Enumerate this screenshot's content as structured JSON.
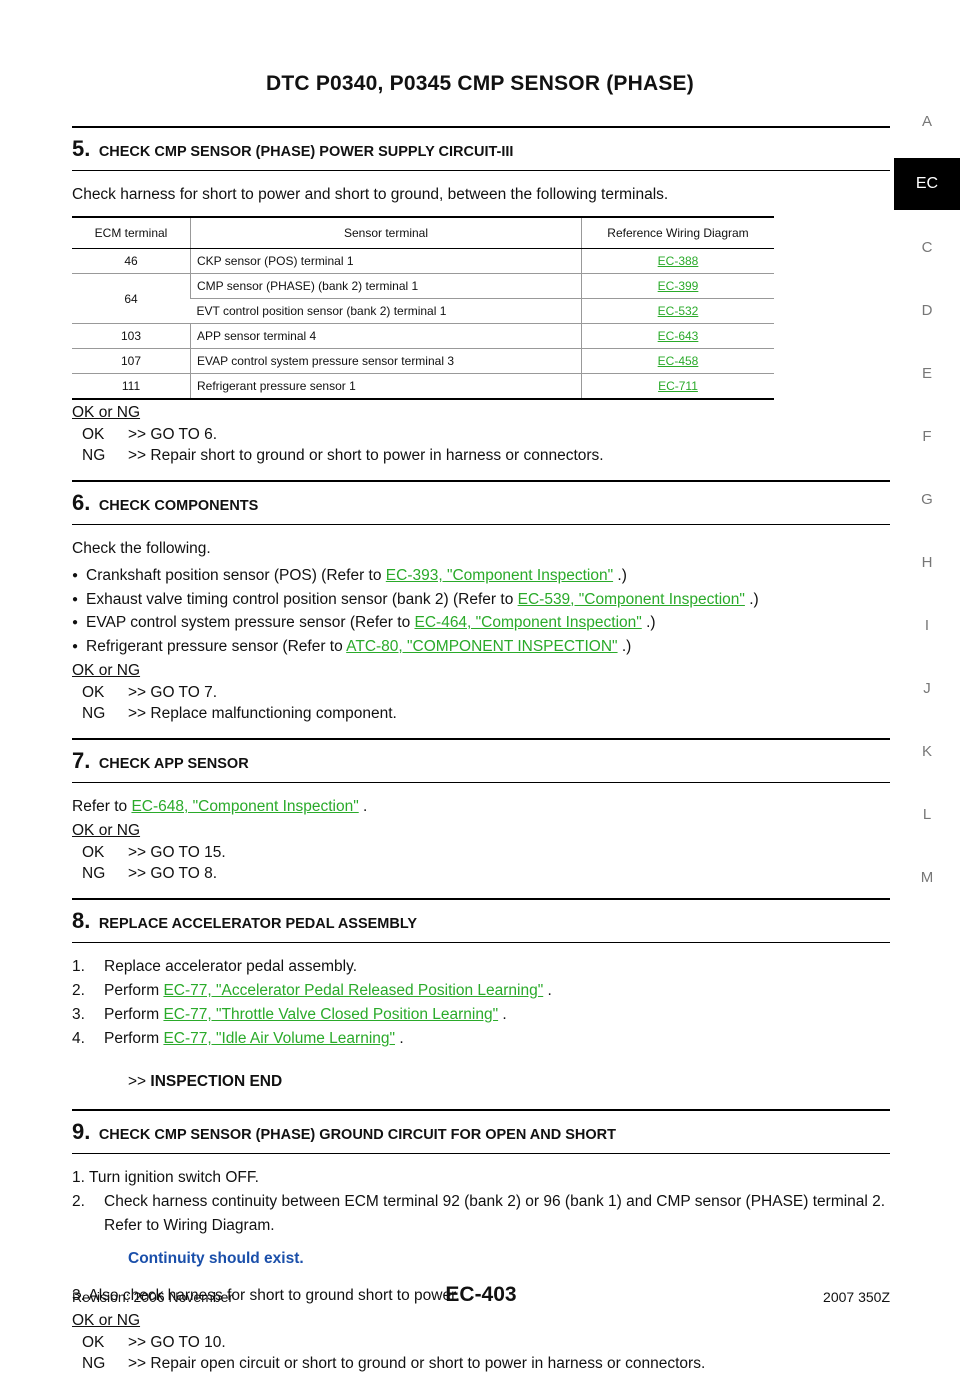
{
  "title": "DTC P0340, P0345 CMP SENSOR (PHASE)",
  "side_index": [
    "A",
    "EC",
    "C",
    "D",
    "E",
    "F",
    "G",
    "H",
    "I",
    "J",
    "K",
    "L",
    "M"
  ],
  "okng_label": "OK or NG",
  "steps": {
    "s5": {
      "num": "5.",
      "title": "CHECK CMP SENSOR (PHASE) POWER SUPPLY CIRCUIT-III",
      "intro": "Check harness for short to power and short to ground, between the following terminals.",
      "table": {
        "headers": [
          "ECM terminal",
          "Sensor terminal",
          "Reference Wiring Diagram"
        ],
        "rows": [
          {
            "ecm": "46",
            "sensor": "CKP sensor (POS) terminal 1",
            "ref": "EC-388"
          },
          {
            "ecm": "64",
            "sensor": "CMP sensor (PHASE) (bank 2) terminal 1",
            "ref": "EC-399"
          },
          {
            "ecm": "",
            "sensor": "EVT control position sensor (bank 2) terminal 1",
            "ref": "EC-532"
          },
          {
            "ecm": "103",
            "sensor": "APP sensor terminal 4",
            "ref": "EC-643"
          },
          {
            "ecm": "107",
            "sensor": "EVAP control system pressure sensor terminal 3",
            "ref": "EC-458"
          },
          {
            "ecm": "111",
            "sensor": "Refrigerant pressure sensor 1",
            "ref": "EC-711"
          }
        ]
      },
      "ok": "OK",
      "ok_text": ">> GO TO 6.",
      "ng": "NG",
      "ng_text": ">> Repair short to ground or short to power in harness or connectors."
    },
    "s6": {
      "num": "6.",
      "title": "CHECK COMPONENTS",
      "intro": "Check the following.",
      "bullets": [
        {
          "pre": "Crankshaft position sensor (POS) (Refer to ",
          "link": "EC-393, \"Component Inspection\"",
          "post": " .)"
        },
        {
          "pre": "Exhaust valve timing control position sensor (bank 2) (Refer to ",
          "link": "EC-539, \"Component Inspection\"",
          "post": " .)"
        },
        {
          "pre": "EVAP control system pressure sensor (Refer to ",
          "link": "EC-464, \"Component Inspection\"",
          "post": " .)"
        },
        {
          "pre": "Refrigerant pressure sensor (Refer to ",
          "link": "ATC-80, \"COMPONENT INSPECTION\"",
          "post": "  .)"
        }
      ],
      "ok": "OK",
      "ok_text": ">> GO TO 7.",
      "ng": "NG",
      "ng_text": ">> Replace malfunctioning component."
    },
    "s7": {
      "num": "7.",
      "title": "CHECK APP SENSOR",
      "pre": "Refer to ",
      "link": "EC-648, \"Component Inspection\"",
      "post": "  .",
      "ok": "OK",
      "ok_text": ">> GO TO 15.",
      "ng": "NG",
      "ng_text": ">> GO TO 8."
    },
    "s8": {
      "num": "8.",
      "title": "REPLACE ACCELERATOR PEDAL ASSEMBLY",
      "items": [
        {
          "n": "1.",
          "pre": "Replace accelerator pedal assembly.",
          "link": "",
          "post": ""
        },
        {
          "n": "2.",
          "pre": "Perform ",
          "link": "EC-77, \"Accelerator Pedal Released Position Learning\"",
          "post": "  ."
        },
        {
          "n": "3.",
          "pre": "Perform ",
          "link": "EC-77, \"Throttle Valve Closed Position Learning\"",
          "post": "  ."
        },
        {
          "n": "4.",
          "pre": "Perform ",
          "link": "EC-77, \"Idle Air Volume Learning\"",
          "post": "  ."
        }
      ],
      "end_arrow": ">>",
      "end_text": "INSPECTION END"
    },
    "s9": {
      "num": "9.",
      "title": "CHECK CMP SENSOR (PHASE) GROUND CIRCUIT FOR OPEN AND SHORT",
      "item1": "1.  Turn ignition switch OFF.",
      "item2_n": "2.",
      "item2": "Check harness continuity between ECM terminal 92 (bank 2) or 96 (bank 1) and CMP sensor (PHASE) terminal 2.",
      "item2_sub": "Refer to Wiring Diagram.",
      "spec": "Continuity should exist.",
      "item3": "3.  Also check harness for short to ground short to power.",
      "ok": "OK",
      "ok_text": ">> GO TO 10.",
      "ng": "NG",
      "ng_text": ">> Repair open circuit or short to ground or short to power in harness or connectors."
    }
  },
  "footer": {
    "revision": "Revision: 2006 November",
    "page": "EC-403",
    "model": "2007 350Z"
  }
}
